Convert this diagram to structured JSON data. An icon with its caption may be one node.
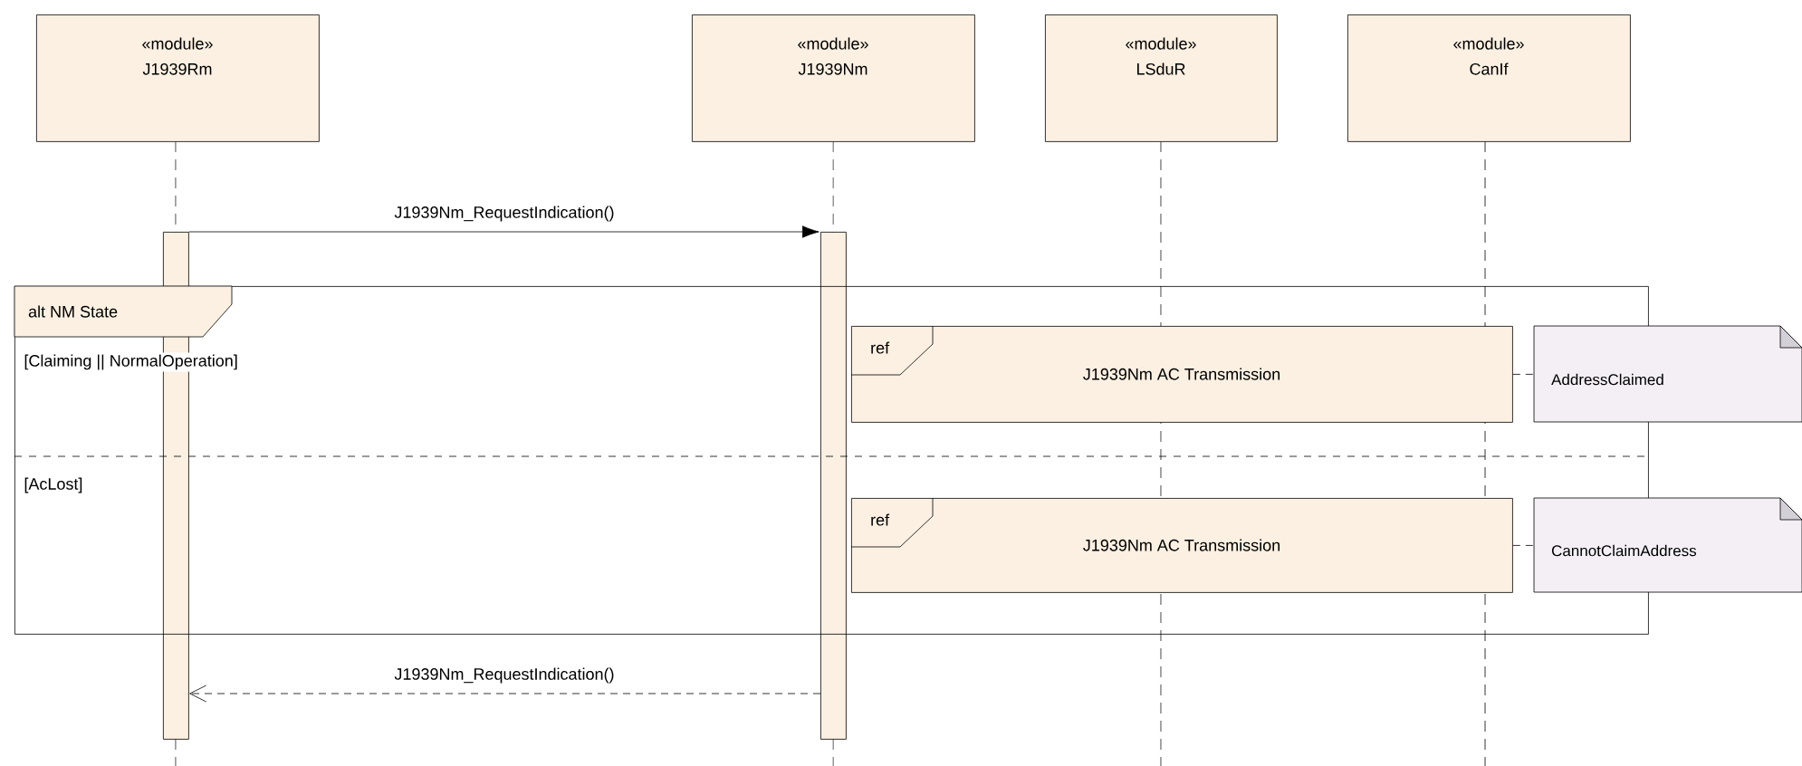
{
  "diagram": {
    "nodes": [
      {
        "text": [
          "«module»",
          "J1939Rm"
        ]
      },
      {
        "text": [
          "«module»",
          "J1939Nm"
        ]
      },
      {
        "text": [
          "«module»",
          "LSduR"
        ]
      },
      {
        "text": [
          "«module»",
          "CanIf"
        ]
      },
      {
        "text": [],
        "shape": "bar"
      },
      {
        "text": [],
        "shape": "bar"
      },
      {
        "text": [
          "alt NM State",
          "[Claiming || NormalOperation]",
          "[AcLost]"
        ]
      },
      {
        "text": [
          "ref",
          "J1939Nm AC Transmission"
        ],
        "in": 6
      },
      {
        "text": [
          "ref",
          "J1939Nm AC Transmission"
        ],
        "in": 6
      },
      {
        "text": [
          "AddressClaimed"
        ]
      },
      {
        "text": [
          "CannotClaimAddress"
        ]
      }
    ],
    "edges": [
      {
        "from": 4,
        "to": 5,
        "arrow": "to",
        "label": "J1939Nm_RequestIndication()"
      },
      {
        "from": 7,
        "to": 9,
        "arrow": "none",
        "style": "dashed"
      },
      {
        "from": 8,
        "to": 10,
        "arrow": "none",
        "style": "dashed"
      },
      {
        "from": 5,
        "to": 4,
        "arrow": "to",
        "style": "dashed",
        "label": "J1939Nm_RequestIndication()"
      }
    ]
  }
}
